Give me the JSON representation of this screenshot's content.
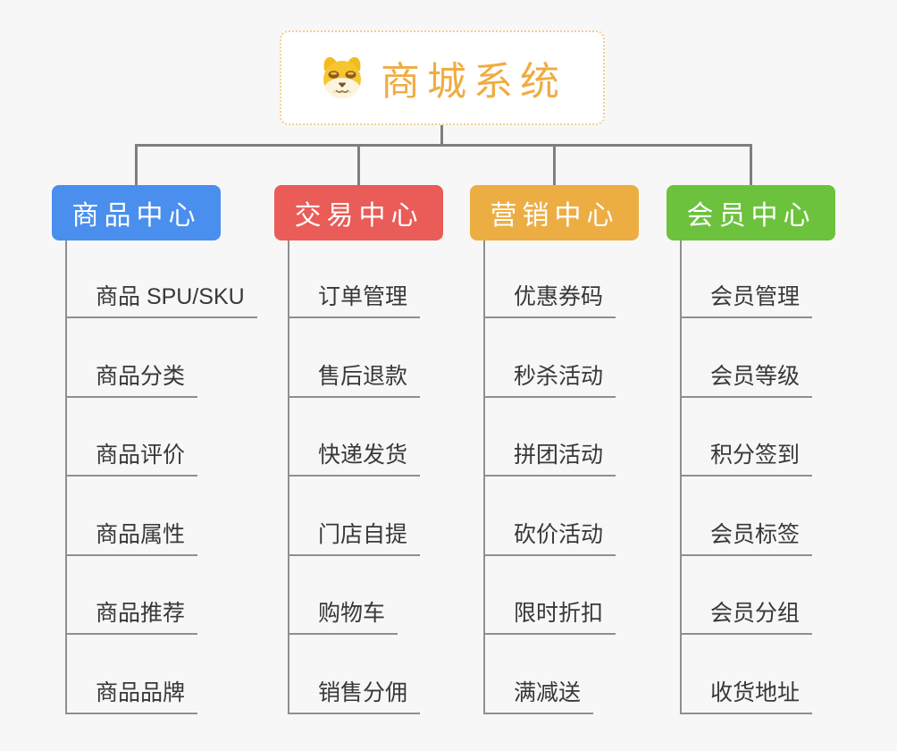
{
  "root": {
    "title": "商城系统",
    "icon": "shiba-dog-icon",
    "text_color": "#F0AC41",
    "border_color": "#F6CD8F"
  },
  "branches": [
    {
      "label": "商品中心",
      "color": "#4A8FEE",
      "items": [
        "商品 SPU/SKU",
        "商品分类",
        "商品评价",
        "商品属性",
        "商品推荐",
        "商品品牌"
      ]
    },
    {
      "label": "交易中心",
      "color": "#E95C58",
      "items": [
        "订单管理",
        "售后退款",
        "快递发货",
        "门店自提",
        "购物车",
        "销售分佣"
      ]
    },
    {
      "label": "营销中心",
      "color": "#ECAE43",
      "items": [
        "优惠券码",
        "秒杀活动",
        "拼团活动",
        "砍价活动",
        "限时折扣",
        "满减送"
      ]
    },
    {
      "label": "会员中心",
      "color": "#6CC23D",
      "items": [
        "会员管理",
        "会员等级",
        "积分签到",
        "会员标签",
        "会员分组",
        "收货地址"
      ]
    }
  ],
  "colors": {
    "background": "#F7F7F7",
    "connector": "#7F7F7F",
    "leaf_line": "#8F8F8F",
    "leaf_text": "#383838"
  }
}
